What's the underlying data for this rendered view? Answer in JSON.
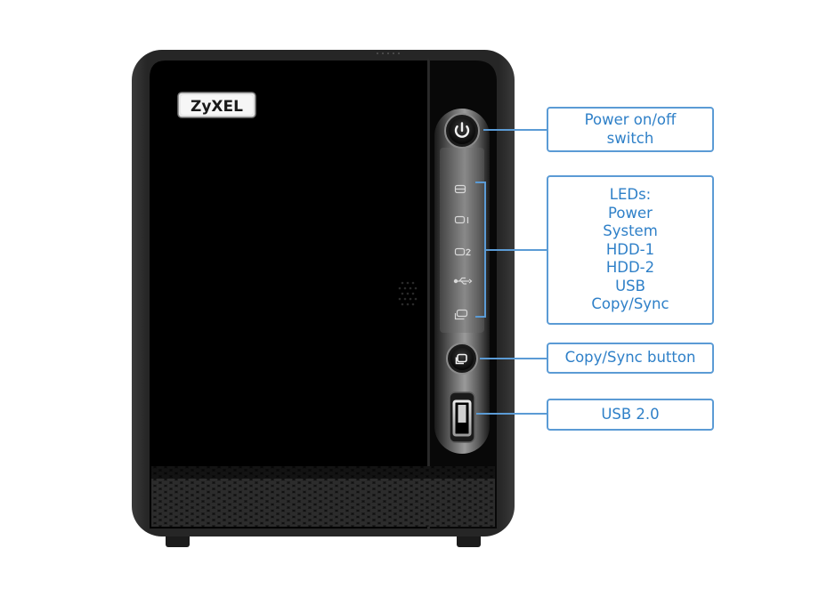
{
  "device": {
    "brand": "ZyXEL",
    "led_icons": [
      "power-led-icon",
      "system-led-icon",
      "hdd1-led-icon",
      "hdd2-led-icon",
      "usb-led-icon",
      "copy-sync-led-icon"
    ]
  },
  "labels": {
    "power": [
      "Power on/off",
      "switch"
    ],
    "leds": [
      "LEDs:",
      "Power",
      "System",
      "HDD-1",
      "HDD-2",
      "USB",
      "Copy/Sync"
    ],
    "copy_sync": [
      "Copy/Sync button"
    ],
    "usb": [
      "USB 2.0"
    ]
  },
  "colors": {
    "callout": "#5b9bd5",
    "callout_text": "#2f80c8"
  }
}
